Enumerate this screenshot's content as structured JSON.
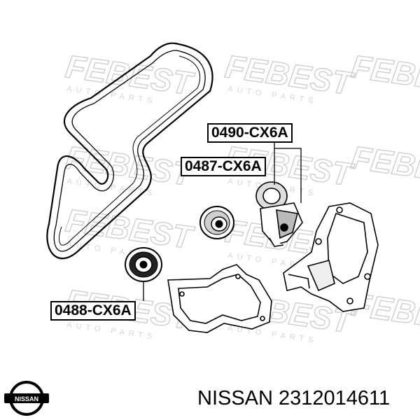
{
  "watermark": {
    "text": "FEBEST",
    "subtext": "AUTO PARTS"
  },
  "parts": [
    {
      "number": "0490-CX6A",
      "kind": "belt tensioner"
    },
    {
      "number": "0487-CX6A",
      "kind": "tensioner pulley"
    },
    {
      "number": "0488-CX6A",
      "kind": "idler pulley"
    }
  ],
  "logo": {
    "text": "NISSAN"
  },
  "caption": "NISSAN 2312014611",
  "colors": {
    "line": "#000000",
    "watermark": "#d8d8d8",
    "background": "#ffffff"
  }
}
